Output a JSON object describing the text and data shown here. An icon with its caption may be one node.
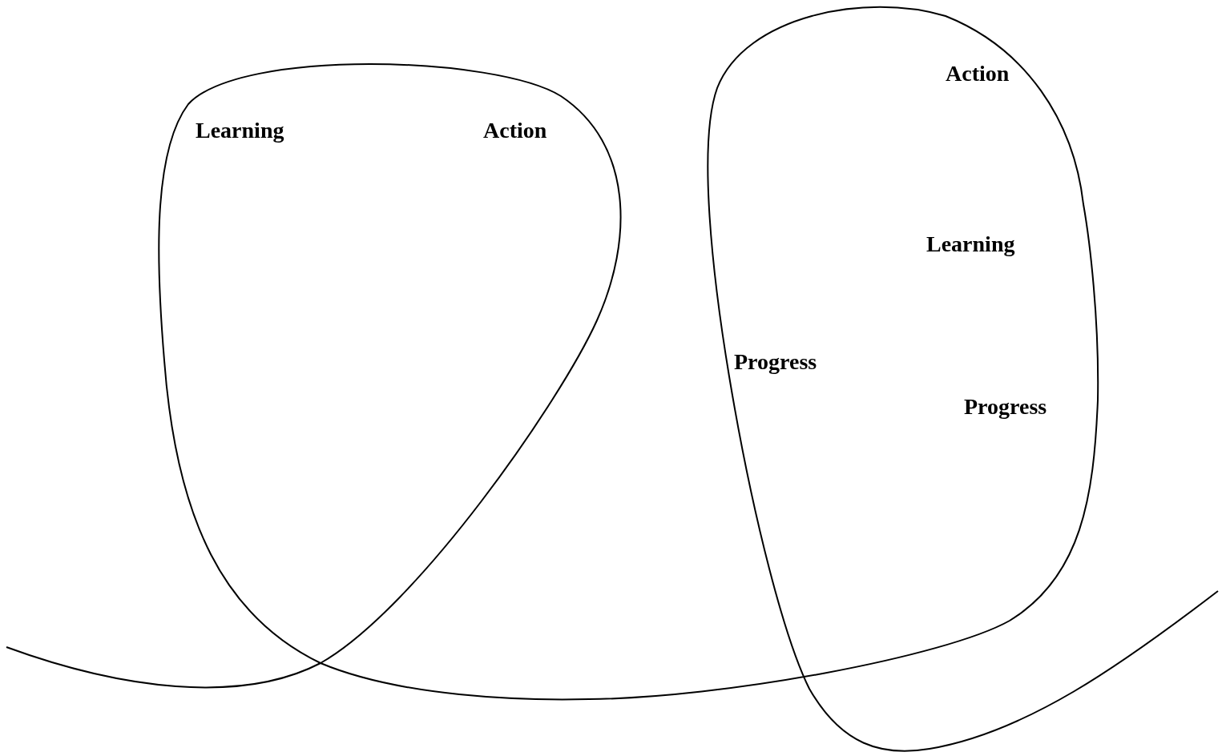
{
  "diagram": {
    "labels": [
      "Action",
      "Learning",
      "Action",
      "Learning",
      "Progress",
      "Progress"
    ]
  }
}
